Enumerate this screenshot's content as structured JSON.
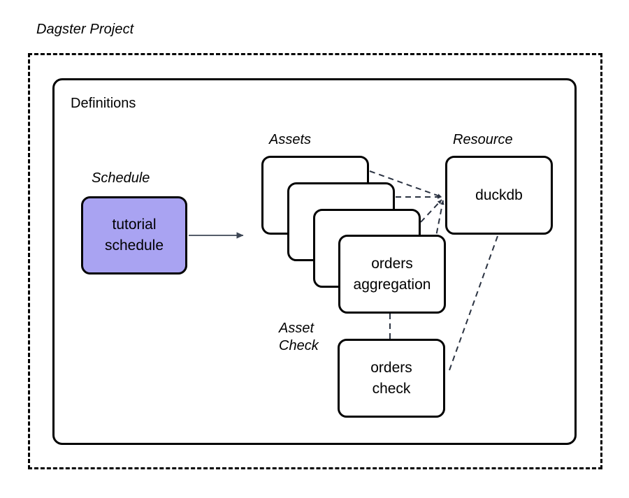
{
  "diagram": {
    "title": "Dagster Project",
    "container": {
      "label": "Definitions"
    },
    "groups": {
      "schedule": "Schedule",
      "assets": "Assets",
      "resource": "Resource",
      "asset_check_line1": "Asset",
      "asset_check_line2": "Check"
    },
    "nodes": {
      "schedule": {
        "line1": "tutorial",
        "line2": "schedule",
        "fill": "#a9a3f2",
        "stroke": "#000000"
      },
      "asset_blank_1": {
        "line1": "",
        "line2": ""
      },
      "asset_blank_2": {
        "line1": "",
        "line2": ""
      },
      "asset_blank_3": {
        "line1": "",
        "line2": ""
      },
      "asset_orders_aggregation": {
        "line1": "orders",
        "line2": "aggregation"
      },
      "resource_duckdb": {
        "line1": "duckdb",
        "line2": ""
      },
      "asset_check_orders_check": {
        "line1": "orders",
        "line2": "check"
      }
    },
    "edges": [
      {
        "name": "schedule-to-assets",
        "from": "tutorial schedule",
        "to": "Assets",
        "style": "solid-arrow",
        "color": "#3d4654"
      },
      {
        "name": "asset1-to-duckdb",
        "from": "asset card 1",
        "to": "duckdb",
        "style": "dashed",
        "color": "#2b3342"
      },
      {
        "name": "asset2-to-duckdb",
        "from": "asset card 2",
        "to": "duckdb",
        "style": "dashed",
        "color": "#2b3342"
      },
      {
        "name": "asset3-to-duckdb",
        "from": "asset card 3",
        "to": "duckdb",
        "style": "dashed",
        "color": "#2b3342"
      },
      {
        "name": "orders-aggregation-to-duckdb",
        "from": "orders aggregation",
        "to": "duckdb",
        "style": "dashed",
        "color": "#2b3342"
      },
      {
        "name": "orders-aggregation-to-orders-check",
        "from": "orders aggregation",
        "to": "orders check",
        "style": "dashed",
        "color": "#2b3342"
      },
      {
        "name": "duckdb-to-orders-check",
        "from": "duckdb",
        "to": "orders check",
        "style": "dashed",
        "color": "#2b3342"
      }
    ],
    "colors": {
      "background": "#ffffff",
      "stroke": "#000000",
      "schedule_fill": "#a9a3f2",
      "connector": "#2b3342",
      "arrow": "#3d4654"
    }
  }
}
